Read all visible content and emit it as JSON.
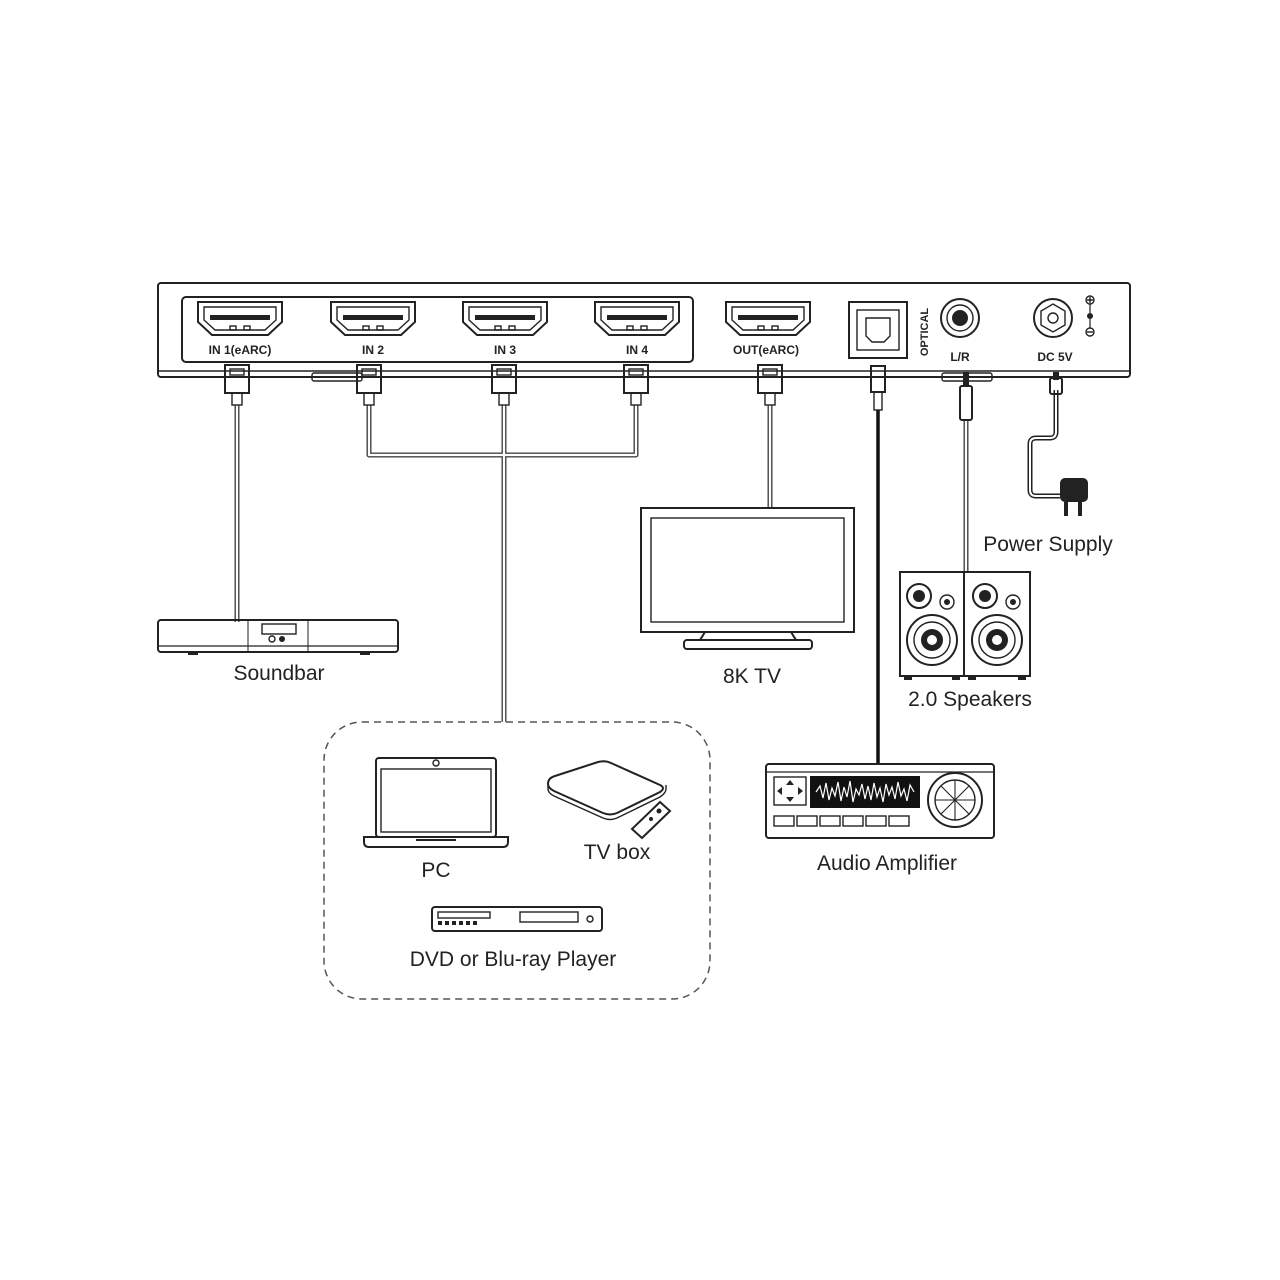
{
  "device": {
    "ports": {
      "in1": "IN 1(eARC)",
      "in2": "IN 2",
      "in3": "IN 3",
      "in4": "IN 4",
      "out": "OUT(eARC)",
      "optical": "OPTICAL",
      "lr": "L/R",
      "dc": "DC 5V"
    }
  },
  "devices": {
    "soundbar": "Soundbar",
    "tv": "8K TV",
    "power": "Power Supply",
    "speakers": "2.0 Speakers",
    "amplifier": "Audio Amplifier",
    "pc": "PC",
    "tvbox": "TV box",
    "player": "DVD or Blu-ray Player"
  },
  "icons": {
    "hdmi_port": "hdmi-port-icon",
    "optical_port": "optical-port-icon",
    "audio_jack": "audio-jack-icon",
    "dc_jack": "dc-jack-icon",
    "polarity": "polarity-icon",
    "soundbar": "soundbar-icon",
    "tv": "tv-icon",
    "power_adapter": "power-adapter-icon",
    "speakers": "speakers-icon",
    "amplifier": "amplifier-icon",
    "laptop": "laptop-icon",
    "tvbox": "tv-box-icon",
    "remote": "remote-icon",
    "player": "dvd-player-icon"
  }
}
